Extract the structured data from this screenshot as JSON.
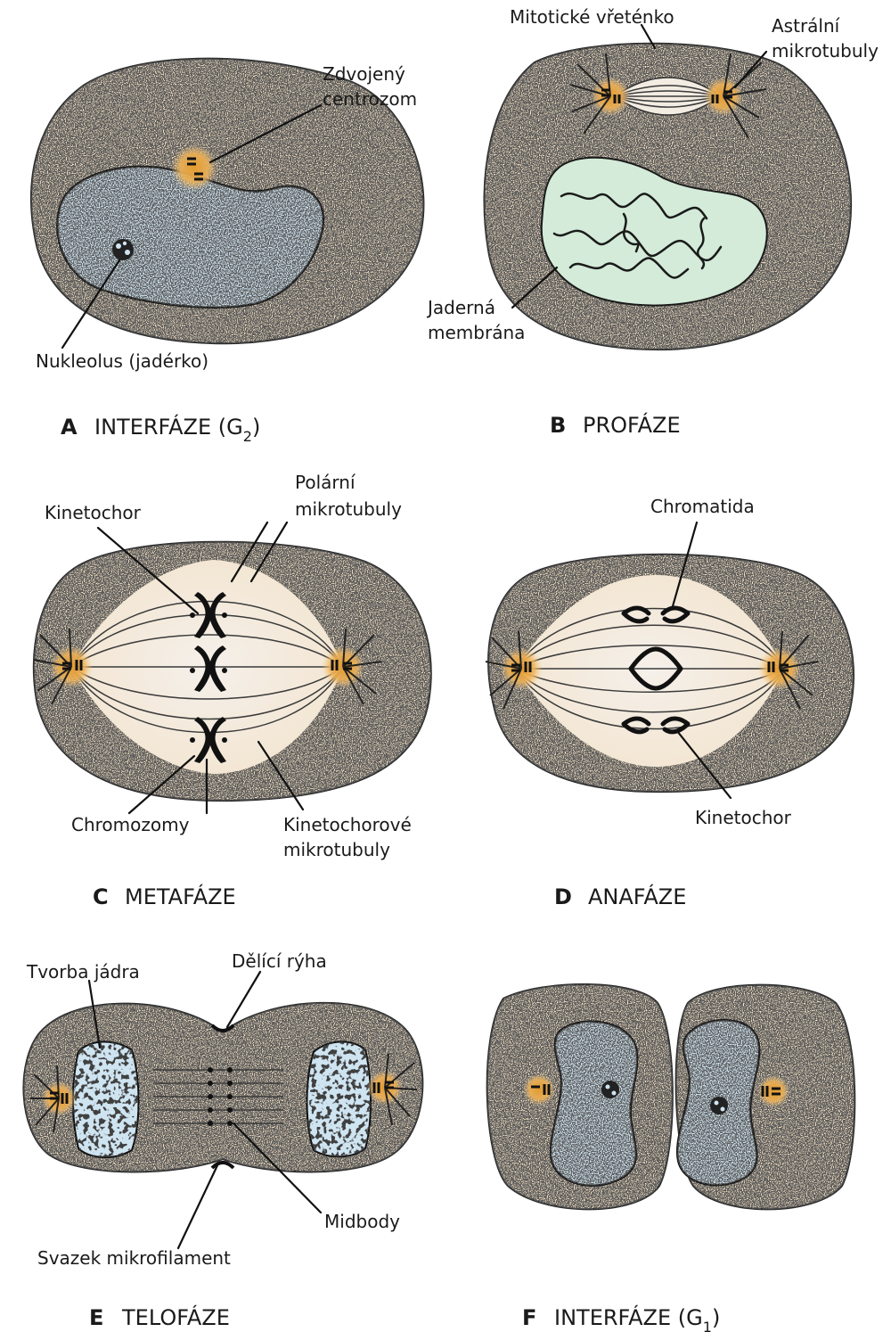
{
  "colors": {
    "cytoplasm": "#fbe6c6",
    "nucleus_blue": "#cfe4f1",
    "nucleus_green": "#d3ebd8",
    "centrosome": "#e8a33a",
    "ink": "#1a1a1a"
  },
  "panels": {
    "a": {
      "letter": "A",
      "title_main": "INTERFÁZE (G",
      "title_sub": "2",
      "title_end": ")",
      "labels": {
        "centrosome_1": "Zdvojený",
        "centrosome_2": "centrozom",
        "nucleolus": "Nukleolus (jadérko)"
      }
    },
    "b": {
      "letter": "B",
      "title": "PROFÁZE",
      "labels": {
        "spindle": "Mitotické vřeténko",
        "astral_1": "Astrální",
        "astral_2": "mikrotubuly",
        "membrane_1": "Jaderná",
        "membrane_2": "membrána"
      }
    },
    "c": {
      "letter": "C",
      "title": "METAFÁZE",
      "labels": {
        "kinetochore": "Kinetochor",
        "polar_1": "Polární",
        "polar_2": "mikrotubuly",
        "chromosomes": "Chromozomy",
        "kmt_1": "Kinetochorové",
        "kmt_2": "mikrotubuly"
      }
    },
    "d": {
      "letter": "D",
      "title": "ANAFÁZE",
      "labels": {
        "chromatid": "Chromatida",
        "kinetochore": "Kinetochor"
      }
    },
    "e": {
      "letter": "E",
      "title": "TELOFÁZE",
      "labels": {
        "nucleus_formation": "Tvorba jádra",
        "furrow": "Dělící rýha",
        "midbody": "Midbody",
        "microfilaments": "Svazek mikrofilament"
      }
    },
    "f": {
      "letter": "F",
      "title_main": "INTERFÁZE (G",
      "title_sub": "1",
      "title_end": ")"
    }
  }
}
